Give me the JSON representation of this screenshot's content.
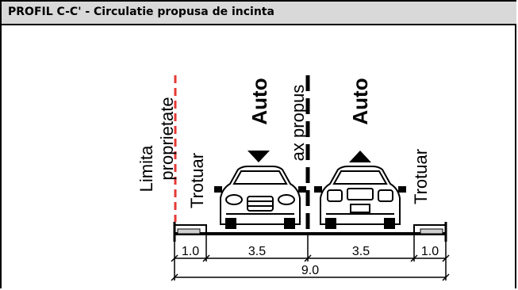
{
  "header": {
    "title": "PROFIL C-C' - Circulatie propusa de incinta"
  },
  "labels": {
    "limita": "Limita",
    "proprietate": "proprietate",
    "trotuar_left": "Trotuar",
    "auto_left": "Auto",
    "ax_propus": "ax propus",
    "auto_right": "Auto",
    "trotuar_right": "Trotuar"
  },
  "dimensions": {
    "sidewalk_left": "1.0",
    "lane_left": "3.5",
    "lane_right": "3.5",
    "sidewalk_right": "1.0",
    "total": "9.0"
  },
  "colors": {
    "property_line": "#e53935",
    "curb_fill": "#cfcfcf",
    "header_bg": "#d9d9d9"
  }
}
